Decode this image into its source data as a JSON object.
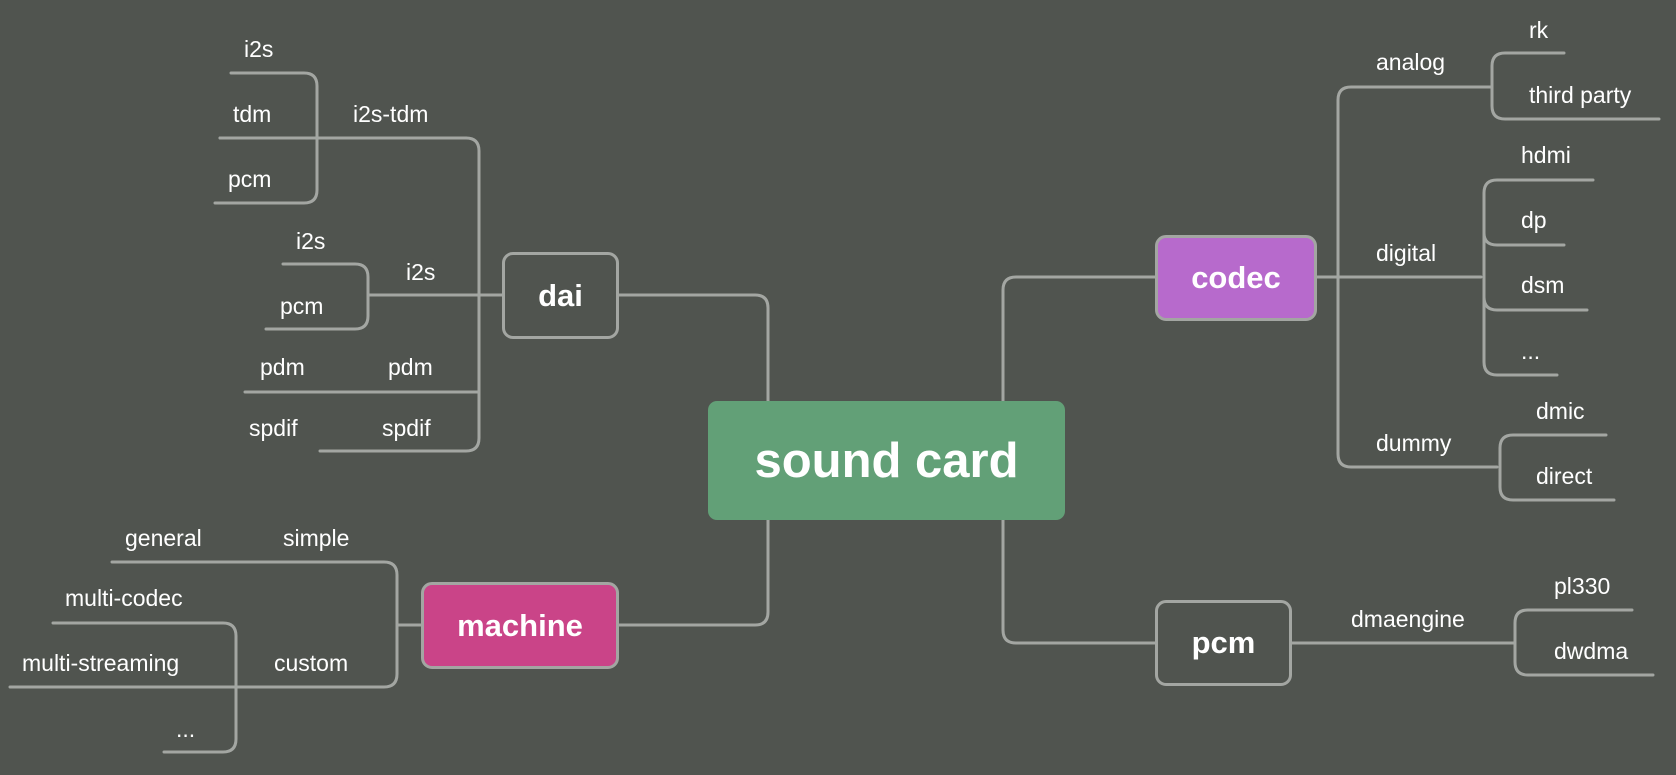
{
  "root": {
    "label": "sound card",
    "color": "#62a077"
  },
  "branches": {
    "dai": {
      "label": "dai",
      "children": {
        "i2s_tdm": {
          "label": "i2s-tdm",
          "items": [
            "i2s",
            "tdm",
            "pcm"
          ]
        },
        "i2s": {
          "label": "i2s",
          "items": [
            "i2s",
            "pcm"
          ]
        },
        "pdm": {
          "label": "pdm",
          "items": [
            "pdm"
          ]
        },
        "spdif": {
          "label": "spdif",
          "items": [
            "spdif"
          ]
        }
      }
    },
    "machine": {
      "label": "machine",
      "color": "#ca4488",
      "children": {
        "simple": {
          "label": "simple",
          "items": [
            "general"
          ]
        },
        "custom": {
          "label": "custom",
          "items": [
            "multi-codec",
            "multi-streaming",
            "..."
          ]
        }
      }
    },
    "codec": {
      "label": "codec",
      "color": "#b76acc",
      "children": {
        "analog": {
          "label": "analog",
          "items": [
            "rk",
            "third party"
          ]
        },
        "digital": {
          "label": "digital",
          "items": [
            "hdmi",
            "dp",
            "dsm",
            "..."
          ]
        },
        "dummy": {
          "label": "dummy",
          "items": [
            "dmic",
            "direct"
          ]
        }
      }
    },
    "pcm": {
      "label": "pcm",
      "children": {
        "dmaengine": {
          "label": "dmaengine",
          "items": [
            "pl330",
            "dwdma"
          ]
        }
      }
    }
  },
  "colors": {
    "background": "#50544f",
    "line": "#a3a6a2"
  }
}
